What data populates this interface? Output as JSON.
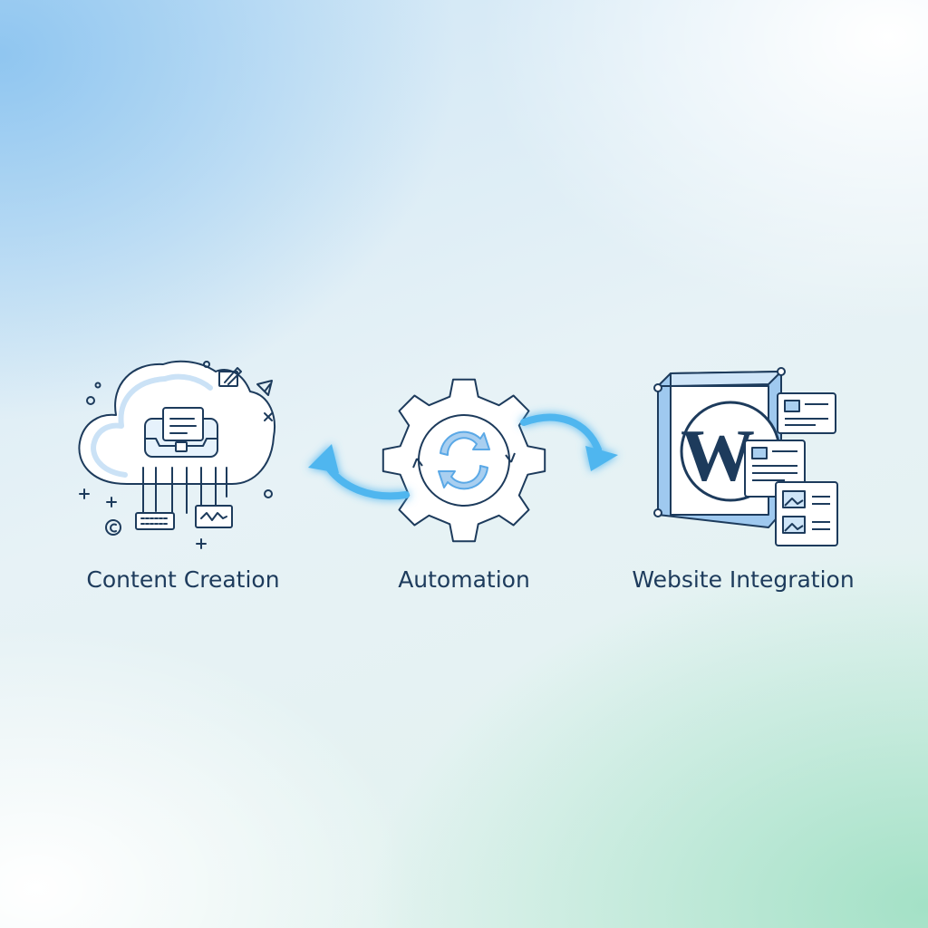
{
  "steps": [
    {
      "label": "Content Creation",
      "icon": "cloud-content-icon"
    },
    {
      "label": "Automation",
      "icon": "gear-sync-icon"
    },
    {
      "label": "Website Integration",
      "icon": "wordpress-site-icon"
    }
  ],
  "wordpress_glyph": "W",
  "colors": {
    "outline": "#1d3b5c",
    "accent_light": "#a9cff0",
    "accent": "#5aa8e6",
    "arrow": "#4fb6ef",
    "label": "#1d3b5c"
  }
}
